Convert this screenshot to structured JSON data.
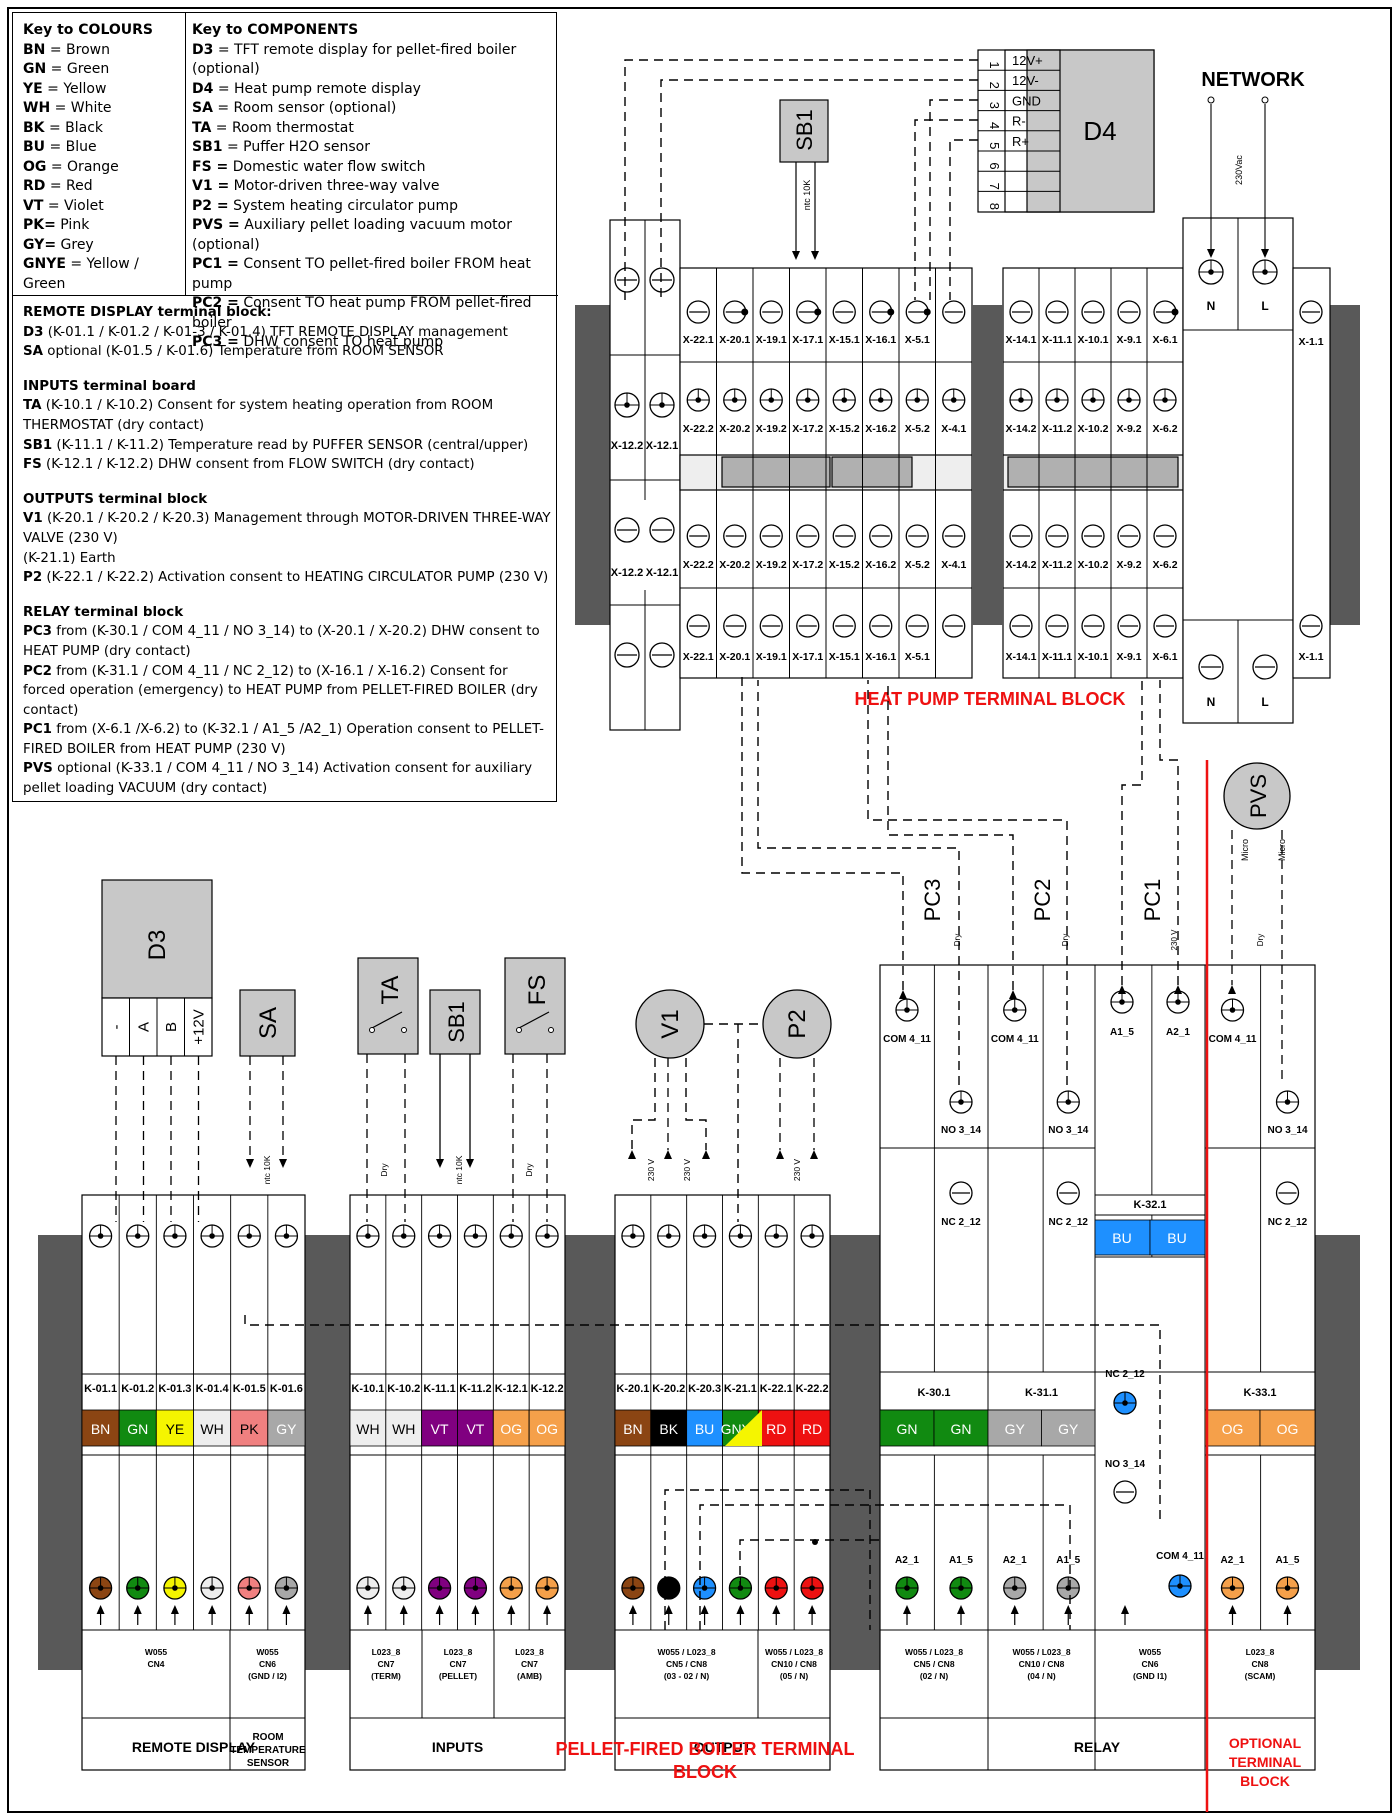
{
  "legend": {
    "colours_title": "Key to COLOURS",
    "colours": [
      {
        "code": "BN",
        "name": "= Brown"
      },
      {
        "code": "GN",
        "name": "= Green"
      },
      {
        "code": "YE",
        "name": "= Yellow"
      },
      {
        "code": "WH",
        "name": "= White"
      },
      {
        "code": "BK",
        "name": "= Black"
      },
      {
        "code": "BU",
        "name": "= Blue"
      },
      {
        "code": "OG",
        "name": "= Orange"
      },
      {
        "code": "RD",
        "name": "= Red"
      },
      {
        "code": "VT",
        "name": "= Violet"
      },
      {
        "code": "PK=",
        "name": "Pink"
      },
      {
        "code": "GY=",
        "name": "Grey"
      },
      {
        "code": "GNYE",
        "name": "= Yellow / Green"
      }
    ],
    "components_title": "Key to COMPONENTS",
    "components": [
      {
        "code": "D3",
        "desc": "= TFT remote display for pellet-fired boiler (optional)"
      },
      {
        "code": "D4",
        "desc": "= Heat pump remote display"
      },
      {
        "code": "SA",
        "desc": "= Room sensor (optional)"
      },
      {
        "code": "TA",
        "desc": "= Room thermostat"
      },
      {
        "code": "SB1",
        "desc": "= Puffer H2O sensor"
      },
      {
        "code": "FS =",
        "desc": "Domestic water flow switch"
      },
      {
        "code": "V1 =",
        "desc": "Motor-driven three-way valve"
      },
      {
        "code": "P2 =",
        "desc": "System heating circulator pump"
      },
      {
        "code": "PVS =",
        "desc": "Auxiliary pellet loading vacuum motor (optional)"
      },
      {
        "code": "PC1 =",
        "desc": "Consent TO pellet-fired boiler FROM heat pump"
      },
      {
        "code": "PC2 =",
        "desc": "Consent TO heat pump FROM pellet-fired boiler"
      },
      {
        "code": "PC3 =",
        "desc": "DHW consent TO heat pump"
      }
    ],
    "notes": [
      {
        "title": "REMOTE DISPLAY terminal block:",
        "lines": [
          {
            "b": "D3",
            "t": " (K-01.1 / K-01.2 / K-01-3 / K-01.4) TFT REMOTE DISPLAY management"
          },
          {
            "b": "SA",
            "t": " optional (K-01.5 / K-01.6) Temperature from ROOM SENSOR"
          }
        ]
      },
      {
        "title": "INPUTS terminal board",
        "lines": [
          {
            "b": "TA",
            "t": " (K-10.1 / K-10.2) Consent for system heating operation from ROOM THERMOSTAT (dry contact)"
          },
          {
            "b": "SB1",
            "t": " (K-11.1 / K-11.2) Temperature read by PUFFER SENSOR (central/upper)"
          },
          {
            "b": "FS",
            "t": " (K-12.1 / K-12.2) DHW consent from FLOW SWITCH (dry contact)"
          }
        ]
      },
      {
        "title": "OUTPUTS terminal block",
        "lines": [
          {
            "b": "V1",
            "t": " (K-20.1 / K-20.2 / K-20.3) Management through MOTOR-DRIVEN THREE-WAY VALVE (230 V)"
          },
          {
            "b": "",
            "t": "(K-21.1) Earth"
          },
          {
            "b": "P2",
            "t": " (K-22.1 / K-22.2) Activation consent to HEATING CIRCULATOR PUMP (230 V)"
          }
        ]
      },
      {
        "title": "RELAY terminal block",
        "lines": [
          {
            "b": "PC3",
            "t": " from (K-30.1 / COM 4_11 / NO 3_14) to (X-20.1 / X-20.2) DHW consent to HEAT PUMP (dry contact)"
          },
          {
            "b": "PC2",
            "t": " from (K-31.1 / COM 4_11 / NC 2_12) to (X-16.1 / X-16.2) Consent for forced operation (emergency) to HEAT PUMP from PELLET-FIRED BOILER (dry contact)"
          },
          {
            "b": "PC1",
            "t": " from (X-6.1 /X-6.2) to (K-32.1 / A1_5 /A2_1) Operation consent to PELLET-FIRED BOILER from HEAT PUMP (230 V)"
          },
          {
            "b": "PVS",
            "t": " optional (K-33.1 / COM 4_11 / NO 3_14) Activation consent for auxiliary pellet loading VACUUM (dry contact)"
          }
        ]
      }
    ]
  },
  "d4": {
    "title": "D4",
    "pins": [
      "1",
      "2",
      "3",
      "4",
      "5",
      "6",
      "7",
      "8"
    ],
    "labels": [
      "12V+",
      "12V-",
      "GND",
      "R-",
      "R+",
      "",
      "",
      ""
    ]
  },
  "network": {
    "title": "NETWORK",
    "voltage": "230Vac",
    "terms": [
      "N",
      "L"
    ]
  },
  "sb1_top": {
    "label": "SB1",
    "ntc": "ntc 10K"
  },
  "heat_pump": {
    "title": "HEAT PUMP TERMINAL BLOCK",
    "left_top": [
      "X-12.2",
      "X-12.1"
    ],
    "left_bottom": [
      "X-12.2",
      "X-12.1"
    ],
    "a_row1": [
      "X-22.1",
      "X-20.1",
      "X-19.1",
      "X-17.1",
      "X-15.1",
      "X-16.1",
      "X-5.1",
      ""
    ],
    "a_row2": [
      "X-22.2",
      "X-20.2",
      "X-19.2",
      "X-17.2",
      "X-15.2",
      "X-16.2",
      "X-5.2",
      "X-4.1"
    ],
    "a_row3": [
      "X-22.2",
      "X-20.2",
      "X-19.2",
      "X-17.2",
      "X-15.2",
      "X-16.2",
      "X-5.2",
      "X-4.1"
    ],
    "a_row4": [
      "X-22.1",
      "X-20.1",
      "X-19.1",
      "X-17.1",
      "X-15.1",
      "X-16.1",
      "X-5.1",
      ""
    ],
    "b_row1": [
      "X-14.1",
      "X-11.1",
      "X-10.1",
      "X-9.1",
      "X-6.1"
    ],
    "b_row2": [
      "X-14.2",
      "X-11.2",
      "X-10.2",
      "X-9.2",
      "X-6.2"
    ],
    "b_row3": [
      "X-14.2",
      "X-11.2",
      "X-10.2",
      "X-9.2",
      "X-6.2"
    ],
    "b_row4": [
      "X-14.1",
      "X-11.1",
      "X-10.1",
      "X-9.1",
      "X-6.1"
    ],
    "x11_top": "X-1.1",
    "x11_bottom": "X-1.1",
    "nl": [
      "N",
      "L"
    ]
  },
  "devices": {
    "d3": {
      "label": "D3",
      "pins": [
        "-",
        "A",
        "B",
        "+12V"
      ]
    },
    "sa": {
      "label": "SA",
      "ntc": "ntc 10K"
    },
    "ta": {
      "label": "TA",
      "note": "Dry"
    },
    "sb1": {
      "label": "SB1",
      "ntc": "ntc 10K"
    },
    "fs": {
      "label": "FS",
      "note": "Dry"
    },
    "v1": {
      "label": "V1",
      "volt1": "230 V",
      "volt2": "230 V"
    },
    "p2": {
      "label": "P2",
      "volt": "230 V"
    },
    "pc3": {
      "label": "PC3",
      "note": "Dry"
    },
    "pc2": {
      "label": "PC2",
      "note": "Dry"
    },
    "pc1": {
      "label": "PC1",
      "note": "230 V"
    },
    "pvs": {
      "label": "PVS",
      "micro1": "Micro",
      "micro2": "Micro",
      "note": "Dry"
    }
  },
  "pellet": {
    "title1": "PELLET-FIRED BOILER TERMINAL",
    "title2": "BLOCK",
    "groups": [
      {
        "name": "REMOTE DISPLAY",
        "cells": [
          {
            "id": "K-01.1",
            "color": "BN",
            "bg": "#8B4513",
            "fg": "#ffffff"
          },
          {
            "id": "K-01.2",
            "color": "GN",
            "bg": "#118a11",
            "fg": "#ffffff"
          },
          {
            "id": "K-01.3",
            "color": "YE",
            "bg": "#f5f500",
            "fg": "#000000"
          },
          {
            "id": "K-01.4",
            "color": "WH",
            "bg": "#eeeeee",
            "fg": "#000000"
          },
          {
            "id": "K-01.5",
            "color": "PK",
            "bg": "#f08080",
            "fg": "#000000"
          },
          {
            "id": "K-01.6",
            "color": "GY",
            "bg": "#a8a8a8",
            "fg": "#ffffff"
          }
        ],
        "subs": [
          {
            "t1": "W055",
            "t2": "CN4",
            "t3": ""
          },
          {
            "t1": "W055",
            "t2": "CN6",
            "t3": "(GND / I2)"
          }
        ],
        "sublabel": "ROOM TEMPERATURE SENSOR"
      },
      {
        "name": "INPUTS",
        "cells": [
          {
            "id": "K-10.1",
            "color": "WH",
            "bg": "#eeeeee",
            "fg": "#000000"
          },
          {
            "id": "K-10.2",
            "color": "WH",
            "bg": "#eeeeee",
            "fg": "#000000"
          },
          {
            "id": "K-11.1",
            "color": "VT",
            "bg": "#800080",
            "fg": "#ffffff"
          },
          {
            "id": "K-11.2",
            "color": "VT",
            "bg": "#800080",
            "fg": "#ffffff"
          },
          {
            "id": "K-12.1",
            "color": "OG",
            "bg": "#f5a04a",
            "fg": "#ffffff"
          },
          {
            "id": "K-12.2",
            "color": "OG",
            "bg": "#f5a04a",
            "fg": "#ffffff"
          }
        ],
        "subs": [
          {
            "t1": "L023_8",
            "t2": "CN7",
            "t3": "(TERM)"
          },
          {
            "t1": "L023_8",
            "t2": "CN7",
            "t3": "(PELLET)"
          },
          {
            "t1": "L023_8",
            "t2": "CN7",
            "t3": "(AMB)"
          }
        ]
      },
      {
        "name": "OUTPUT",
        "cells": [
          {
            "id": "K-20.1",
            "color": "BN",
            "bg": "#8B4513",
            "fg": "#ffffff"
          },
          {
            "id": "K-20.2",
            "color": "BK",
            "bg": "#000000",
            "fg": "#ffffff"
          },
          {
            "id": "K-20.3",
            "color": "BU",
            "bg": "#1e90ff",
            "fg": "#ffffff"
          },
          {
            "id": "K-21.1",
            "color": "GNYE",
            "bg": "#118a11",
            "fg": "#ffffff"
          },
          {
            "id": "K-22.1",
            "color": "RD",
            "bg": "#ee1111",
            "fg": "#ffffff"
          },
          {
            "id": "K-22.2",
            "color": "RD",
            "bg": "#ee1111",
            "fg": "#ffffff"
          }
        ],
        "subs": [
          {
            "t1": "W055 / L023_8",
            "t2": "CN5 / CN8",
            "t3": "(03 - 02 / N)"
          },
          {
            "t1": "W055 / L023_8",
            "t2": "CN10 / CN8",
            "t3": "(05 / N)"
          }
        ]
      },
      {
        "name": "RELAY",
        "blocks": [
          {
            "id": "K-30.1",
            "cells": [
              {
                "color": "GN",
                "bg": "#118a11"
              },
              {
                "color": "GN",
                "bg": "#118a11"
              }
            ],
            "top": [
              "COM 4_11",
              "NO 3_14",
              "NC 2_12"
            ],
            "bottom": [
              "A2_1",
              "A1_5"
            ]
          },
          {
            "id": "K-31.1",
            "cells": [
              {
                "color": "GY",
                "bg": "#a8a8a8"
              },
              {
                "color": "GY",
                "bg": "#a8a8a8"
              }
            ],
            "top": [
              "COM 4_11",
              "NO 3_14",
              "NC 2_12"
            ],
            "bottom": [
              "A2_1",
              "A1_5"
            ]
          },
          {
            "id": "K-32.1",
            "cells": [
              {
                "color": "BU",
                "bg": "#1e90ff"
              },
              {
                "color": "BU",
                "bg": "#1e90ff"
              }
            ],
            "top": [
              "A1_5",
              "A2_1",
              "NC 2_12",
              "NO 3_14"
            ],
            "bottom": [
              "COM 4_11"
            ]
          },
          {
            "id": "K-33.1",
            "cells": [
              {
                "color": "OG",
                "bg": "#f5a04a"
              },
              {
                "color": "OG",
                "bg": "#f5a04a"
              }
            ],
            "top": [
              "COM 4_11",
              "NO 3_14",
              "NC 2_12"
            ],
            "bottom": [
              "A2_1",
              "A1_5"
            ]
          }
        ],
        "subs": [
          {
            "t1": "W055 / L023_8",
            "t2": "CN5 / CN8",
            "t3": "(02 / N)"
          },
          {
            "t1": "W055 / L023_8",
            "t2": "CN10 / CN8",
            "t3": "(04 / N)"
          },
          {
            "t1": "W055",
            "t2": "CN6",
            "t3": "(GND I1)"
          },
          {
            "t1": "L023_8",
            "t2": "CN8",
            "t3": "(SCAM)"
          }
        ]
      }
    ],
    "optional": "OPTIONAL TERMINAL BLOCK"
  }
}
